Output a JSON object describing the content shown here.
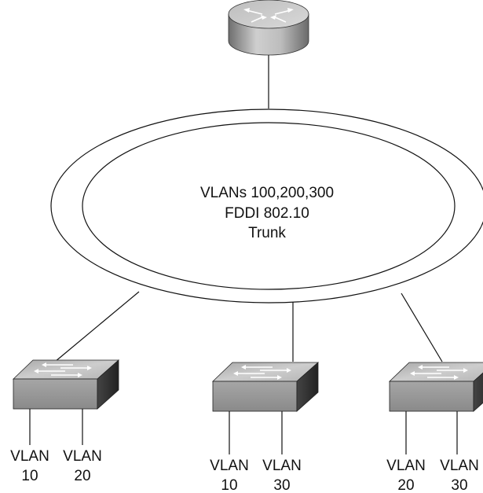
{
  "ring": {
    "line1": "VLANs 100,200,300",
    "line2": "FDDI  802.10",
    "line3": "Trunk"
  },
  "icons": {
    "router": "router-icon",
    "switch": "switch-icon"
  },
  "switches": [
    {
      "ports": [
        {
          "name": "VLAN",
          "id": "10"
        },
        {
          "name": "VLAN",
          "id": "20"
        }
      ]
    },
    {
      "ports": [
        {
          "name": "VLAN",
          "id": "10"
        },
        {
          "name": "VLAN",
          "id": "30"
        }
      ]
    },
    {
      "ports": [
        {
          "name": "VLAN",
          "id": "20"
        },
        {
          "name": "VLAN",
          "id": "30"
        }
      ]
    }
  ],
  "colors": {
    "device_top": "#c9c9c9",
    "device_front": "#9a9a9a",
    "device_side": "#3a3a3a",
    "line": "#111111"
  }
}
